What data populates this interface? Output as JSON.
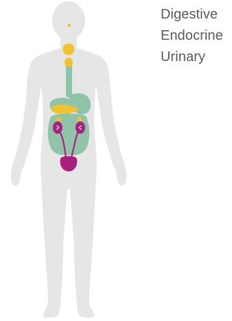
{
  "legend": {
    "items": [
      {
        "id": "digestive",
        "label": "Digestive",
        "color": "#8fc4a9"
      },
      {
        "id": "endocrine",
        "label": "Endocrine",
        "color": "#f2c12e"
      },
      {
        "id": "urinary",
        "label": "Urinary",
        "color": "#a8217f"
      }
    ]
  },
  "colors": {
    "body_silhouette": "#e6e6e6",
    "legend_text": "#5a5a5a",
    "digestive": "#8fc4a9",
    "endocrine": "#f2c12e",
    "urinary": "#a8217f"
  }
}
